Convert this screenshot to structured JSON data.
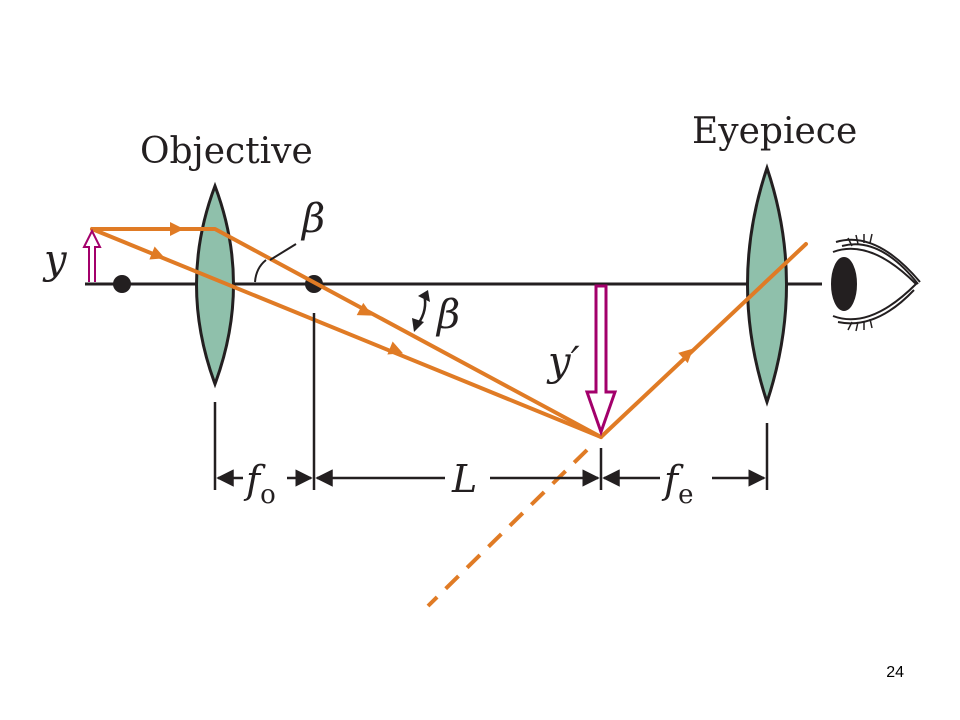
{
  "diagram": {
    "labels": {
      "objective": "Objective",
      "eyepiece": "Eyepiece",
      "object_height": "y",
      "image_height": "y′",
      "angle_near_lens": "β",
      "angle_at_axis": "β",
      "focal_objective_symbol": "f",
      "focal_objective_sub": "o",
      "tube_length": "L",
      "focal_eyepiece_symbol": "f",
      "focal_eyepiece_sub": "e"
    },
    "colors": {
      "ray": "#e07b25",
      "lens_fill": "#8fc0ab",
      "arrow": "#a3006b",
      "line": "#231f20"
    }
  },
  "footer": {
    "page_number": "24"
  }
}
